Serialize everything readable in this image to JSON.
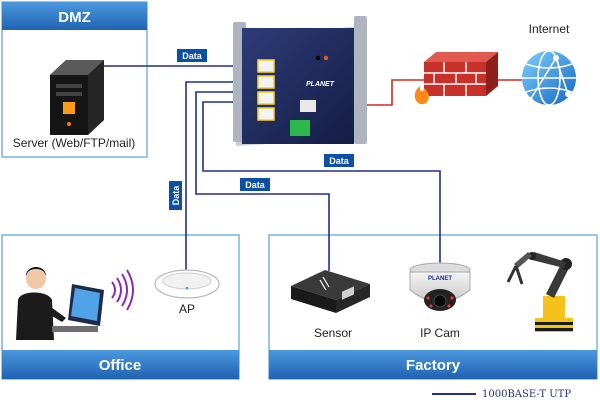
{
  "zones": {
    "dmz": "DMZ",
    "office": "Office",
    "factory": "Factory"
  },
  "devices": {
    "server": "Server (Web/FTP/mail)",
    "internet": "Internet",
    "ap": "AP",
    "sensor": "Sensor",
    "ipcam": "IP Cam",
    "switch_brand": "PLANET",
    "camera_brand": "PLANET"
  },
  "links": {
    "data_server": "Data",
    "data_ap": "Data",
    "data_sensor": "Data",
    "data_ipcam": "Data"
  },
  "legend": {
    "label": "1000BASE-T UTP"
  },
  "colors": {
    "zone_fill": "#2a79c8",
    "zone_border": "#78b4e6",
    "utp_line": "#1e2f8f",
    "data_tag": "#0d4fa3",
    "internet_line": "#d7281e"
  }
}
